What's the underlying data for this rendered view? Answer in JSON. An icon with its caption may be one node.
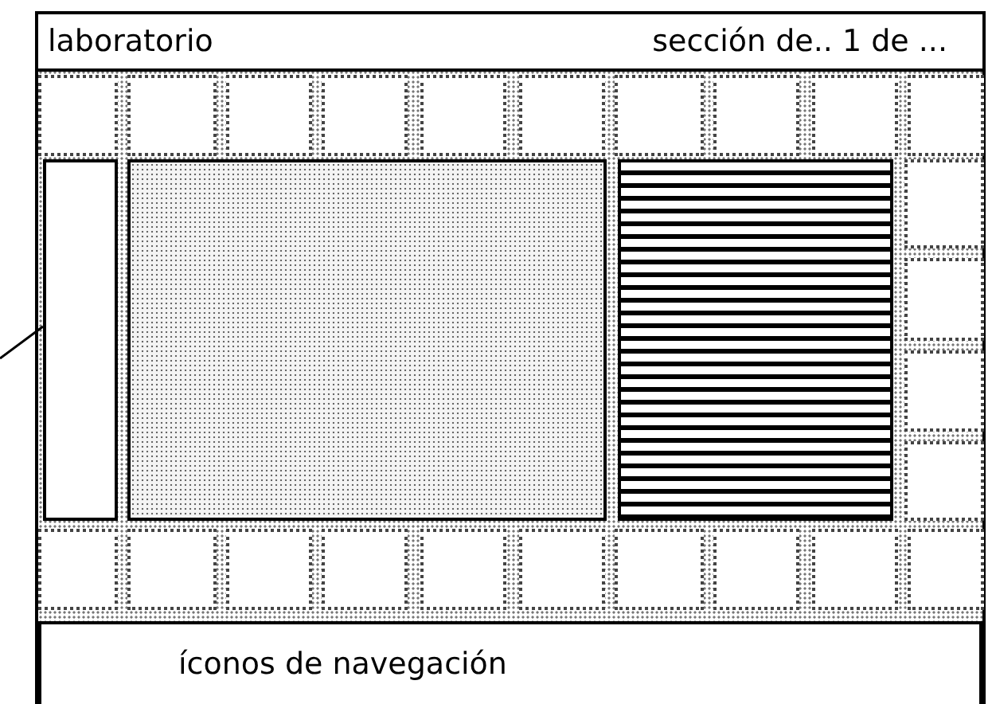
{
  "diagram": {
    "nodes": [
      {
        "text": [
          "laboratorio",
          "sección de.. 1 de ..."
        ]
      },
      {
        "text": [],
        "shape": "box"
      },
      {
        "text": [],
        "shape": "box"
      },
      {
        "text": [],
        "shape": "box"
      },
      {
        "text": [],
        "shape": "box"
      },
      {
        "text": [],
        "shape": "box"
      },
      {
        "text": [],
        "shape": "box"
      },
      {
        "text": [],
        "shape": "box"
      },
      {
        "text": [],
        "shape": "box"
      },
      {
        "text": [],
        "shape": "box"
      },
      {
        "text": [],
        "shape": "box"
      },
      {
        "text": [],
        "shape": "box"
      },
      {
        "text": [],
        "shape": "box"
      },
      {
        "text": [],
        "shape": "box"
      },
      {
        "text": [],
        "shape": "box"
      },
      {
        "text": [],
        "shape": "box"
      },
      {
        "text": [],
        "shape": "box"
      },
      {
        "text": [],
        "shape": "box"
      },
      {
        "text": [],
        "shape": "box"
      },
      {
        "text": [],
        "shape": "box"
      },
      {
        "text": [],
        "shape": "box"
      },
      {
        "text": [],
        "shape": "box"
      },
      {
        "text": [],
        "shape": "box"
      },
      {
        "text": [],
        "shape": "box"
      },
      {
        "text": [],
        "shape": "box"
      },
      {
        "text": [],
        "shape": "box"
      },
      {
        "text": [],
        "shape": "box"
      },
      {
        "text": [],
        "shape": "box"
      },
      {
        "text": [
          "íconos de navegación"
        ]
      }
    ],
    "edges": [
      {
        "from": null,
        "to": 11,
        "arrow": "none"
      }
    ]
  }
}
